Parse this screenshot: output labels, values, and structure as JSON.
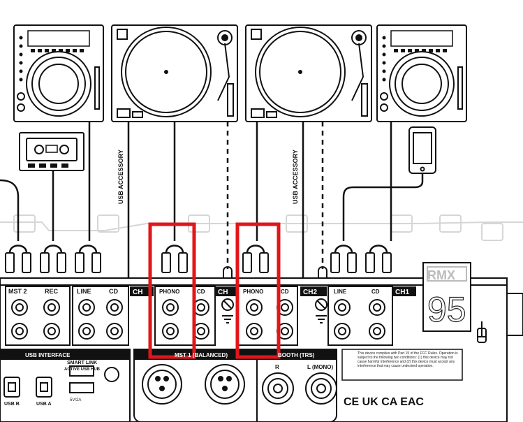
{
  "labels": {
    "usb_accessory_1": "USB ACCESSORY",
    "usb_accessory_2": "USB ACCESSORY",
    "inputs_left": {
      "mst2": "MST 2",
      "rec": "REC",
      "line": "LINE",
      "cd": "CD",
      "ch_left": "CH",
      "phono": "PHONO",
      "cd2": "CD"
    },
    "inputs_right": {
      "ch_mid": "CH",
      "phono": "PHONO",
      "cd": "CD",
      "ch2": "CH2",
      "line": "LINE",
      "cd2": "CD",
      "ch1": "CH1"
    },
    "usb_interface": "USB INTERFACE",
    "smart_link": "SMART LINK",
    "active_usb_hub": "ACTIVE USB HUB",
    "usb_b": "USB B",
    "usb_a": "USB A",
    "mst1_balanced": "MST 1 (BALANCED)",
    "booth_trs": "BOOTH (TRS)",
    "r": "R",
    "l_mono": "L (MONO)",
    "rmx": "RMX",
    "model_number": "95",
    "fcc_text": "This device complies with Part 15 of the FCC Rules. Operation is subject to the following two conditions: (1) this device may not cause harmful interference and (2) this device must accept any interference that may cause undesired operation.",
    "cert_marks": "CE UK CA EAC",
    "power_spec": "5V/2A"
  },
  "colors": {
    "line": "#111111",
    "highlight": "#e0161b",
    "panel": "#ffffff",
    "ghost": "#d6d6d6"
  },
  "icons": [
    "cd-player-icon",
    "turntable-icon",
    "cassette-icon",
    "smartphone-icon",
    "rca-plug-icon",
    "xlr-jack-icon",
    "trs-jack-icon",
    "usb-port-icon",
    "ground-screw-icon"
  ]
}
